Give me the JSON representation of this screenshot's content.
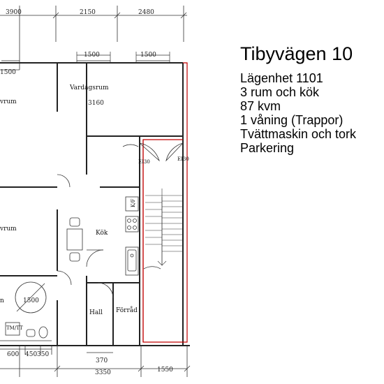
{
  "listing": {
    "title": "Tibyvägen 10",
    "apartment": "Lägenhet 1101",
    "rooms": "3 rum och kök",
    "area": "87 kvm",
    "floor": "1 våning (Trappor)",
    "laundry": "Tvättmaskin och tork",
    "parking": "Parkering"
  },
  "floorplan": {
    "dimensions_top": [
      "3900",
      "2150",
      "2480"
    ],
    "dimensions_windows": [
      "1500",
      "1500",
      "1500"
    ],
    "dimension_living_depth": "3160",
    "dimensions_bottom": [
      "600",
      "450",
      "350",
      "3350",
      "1550"
    ],
    "dimension_hall": "370",
    "dimension_circle": "1500",
    "rooms": {
      "bedroom_upper": "vrum",
      "bedroom_lower": "vrum",
      "living": "Vardagsrum",
      "kitchen": "Kök",
      "hall": "Hall",
      "storage": "Förråd",
      "bath": "n"
    },
    "door_labels": [
      "EI30",
      "EI30"
    ],
    "fixtures": {
      "fridge": "K/F",
      "washer": "TM/TT"
    }
  }
}
